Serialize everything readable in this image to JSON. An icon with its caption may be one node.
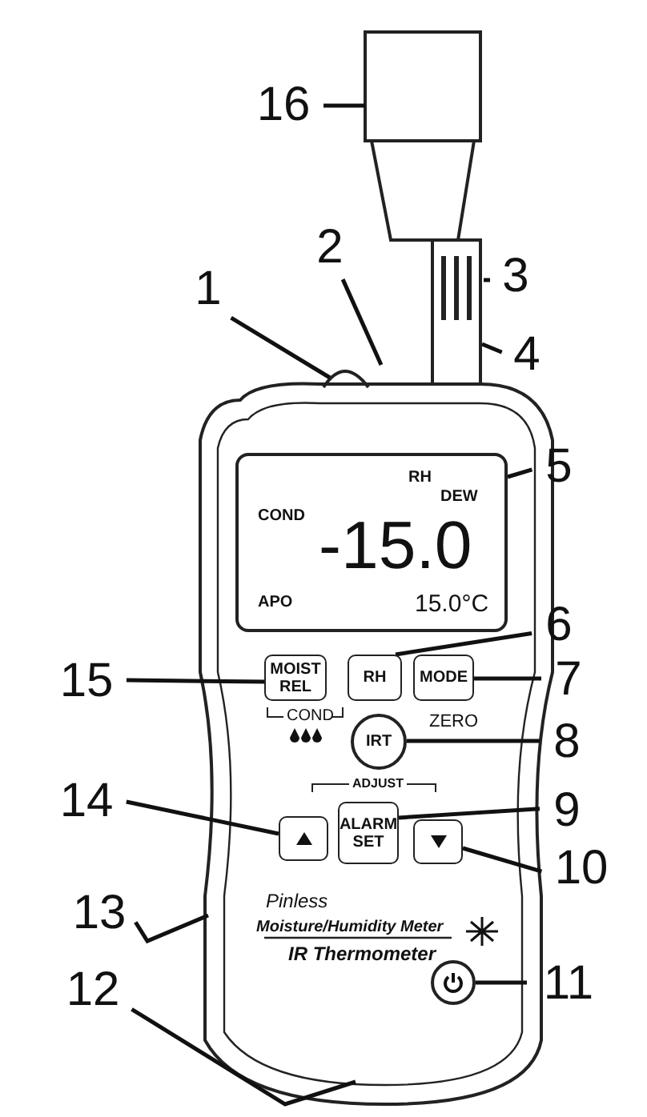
{
  "diagram": {
    "nodes": [
      {
        "text": [
          "16"
        ]
      },
      {
        "text": [
          "1"
        ]
      },
      {
        "text": [
          "2"
        ]
      },
      {
        "text": [
          "3"
        ]
      },
      {
        "text": [
          "4"
        ]
      },
      {
        "text": [
          "5"
        ]
      },
      {
        "text": [
          "RH",
          "DEW",
          "COND",
          "-15.0",
          "APO",
          "15.0°C"
        ]
      },
      {
        "text": [
          "6"
        ]
      },
      {
        "text": [
          "15"
        ]
      },
      {
        "text": [
          "MOIST REL"
        ]
      },
      {
        "text": [
          "RH"
        ]
      },
      {
        "text": [
          "MODE"
        ]
      },
      {
        "text": [
          "7"
        ]
      },
      {
        "text": [
          "IRT"
        ]
      },
      {
        "text": [
          "8"
        ]
      },
      {
        "text": [
          "14"
        ]
      },
      {
        "text": [],
        "shape": "box"
      },
      {
        "text": [
          "ALARM SET"
        ]
      },
      {
        "text": [],
        "shape": "box"
      },
      {
        "text": [
          "9"
        ]
      },
      {
        "text": [
          "10"
        ]
      },
      {
        "text": [
          "13"
        ]
      },
      {
        "text": [],
        "shape": "circle"
      },
      {
        "text": [
          "11"
        ]
      },
      {
        "text": [
          "12"
        ]
      }
    ],
    "edges": [
      {
        "from": 0,
        "to": null,
        "arrow": "none"
      },
      {
        "from": 1,
        "to": null,
        "arrow": "none"
      },
      {
        "from": 2,
        "to": null,
        "arrow": "none"
      },
      {
        "from": 3,
        "to": null,
        "arrow": "none"
      },
      {
        "from": 4,
        "to": null,
        "arrow": "none"
      },
      {
        "from": 5,
        "to": 6,
        "arrow": "none"
      },
      {
        "from": 7,
        "to": 10,
        "arrow": "none"
      },
      {
        "from": 12,
        "to": 11,
        "arrow": "none"
      },
      {
        "from": 14,
        "to": 13,
        "arrow": "none"
      },
      {
        "from": 19,
        "to": 17,
        "arrow": "none"
      },
      {
        "from": 20,
        "to": 18,
        "arrow": "none"
      },
      {
        "from": 23,
        "to": 22,
        "arrow": "none"
      },
      {
        "from": 24,
        "to": null,
        "arrow": "none"
      },
      {
        "from": 21,
        "to": null,
        "arrow": "none"
      },
      {
        "from": 15,
        "to": 16,
        "arrow": "none"
      },
      {
        "from": 8,
        "to": 9,
        "arrow": "none"
      }
    ],
    "labels": [
      "COND",
      "ZERO",
      "ADJUST",
      "Pinless",
      "Moisture/Humidity Meter",
      "IR Thermometer"
    ]
  }
}
